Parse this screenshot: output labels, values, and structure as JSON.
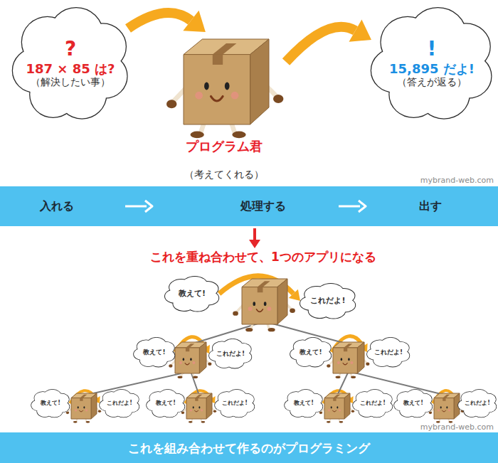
{
  "diagram": {
    "nodes": [
      {
        "text": [
          "?",
          "187 × 85 は?",
          "（解決したい事）"
        ]
      },
      {
        "text": [
          "プログラム君",
          "（考えてくれる）"
        ]
      },
      {
        "text": [
          "!",
          "15,895 だよ!",
          "（答えが返る）"
        ]
      },
      {
        "text": [
          "入れる",
          "処理する",
          "出す"
        ]
      },
      {
        "text": [
          "教えて!"
        ]
      },
      {
        "text": [
          "これだよ!"
        ]
      },
      {
        "text": [
          "教えて!"
        ]
      },
      {
        "text": [
          "これだよ!"
        ]
      },
      {
        "text": [
          "教えて!"
        ]
      },
      {
        "text": [
          "これだよ!"
        ]
      },
      {
        "text": [
          "教えて!"
        ]
      },
      {
        "text": [
          "これだよ!"
        ]
      },
      {
        "text": [
          "教えて!"
        ]
      },
      {
        "text": [
          "これだよ!"
        ]
      },
      {
        "text": [
          "教えて!"
        ]
      },
      {
        "text": [
          "これだよ!"
        ]
      },
      {
        "text": [
          "教えて!"
        ]
      },
      {
        "text": [
          "これだよ!"
        ]
      },
      {
        "text": [
          "これを組み合わせて作るのがプログラミング"
        ]
      }
    ],
    "edges": [
      {
        "from": 0,
        "to": 1,
        "arrow": "to"
      },
      {
        "from": 1,
        "to": 2,
        "arrow": "to"
      },
      {
        "from": 4,
        "to": 5,
        "arrow": "to"
      },
      {
        "from": 6,
        "to": 7,
        "arrow": "to"
      },
      {
        "from": 8,
        "to": 9,
        "arrow": "to"
      },
      {
        "from": 10,
        "to": 11,
        "arrow": "to"
      },
      {
        "from": 12,
        "to": 13,
        "arrow": "to"
      },
      {
        "from": 14,
        "to": 15,
        "arrow": "to"
      },
      {
        "from": 16,
        "to": 17,
        "arrow": "to"
      }
    ],
    "labels": [
      "mybrand-web.com",
      "これを重ね合わせて、1つのアプリになる",
      "mybrand-web.com"
    ]
  }
}
